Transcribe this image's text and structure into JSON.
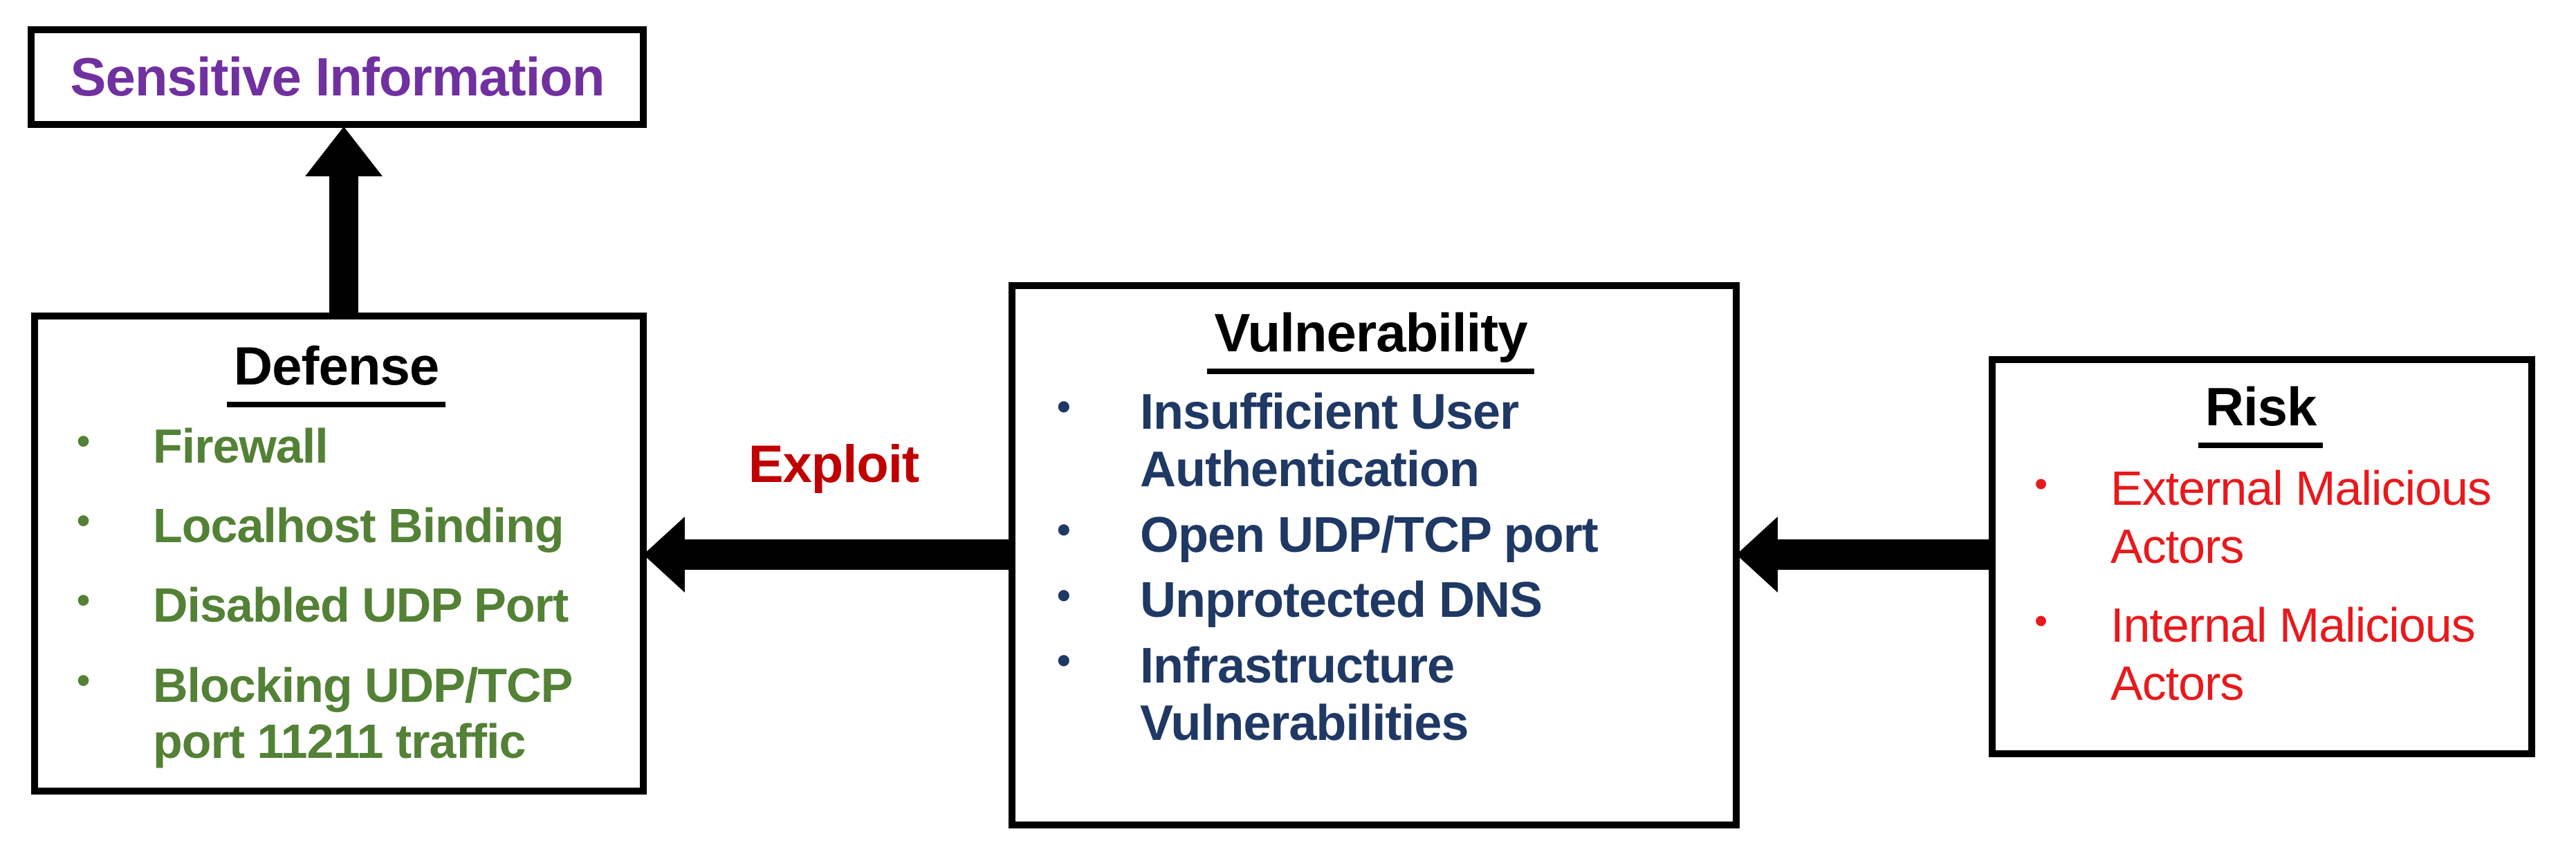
{
  "diagram": {
    "colors": {
      "background": "#ffffff",
      "box_border": "#000000",
      "arrow": "#000000",
      "sensitive_text": "#7030A0",
      "defense_text": "#538135",
      "vulnerability_text": "#1F3864",
      "risk_text": "#E8191C",
      "exploit_label_text": "#C00000",
      "title_text": "#000000"
    },
    "sensitive": {
      "label": "Sensitive Information"
    },
    "defense": {
      "title": "Defense",
      "items": [
        "Firewall",
        "Localhost Binding",
        "Disabled UDP Port",
        "Blocking UDP/TCP port 11211 traffic"
      ]
    },
    "vulnerability": {
      "title": "Vulnerability",
      "items": [
        "Insufficient User Authentication",
        "Open UDP/TCP port",
        "Unprotected DNS",
        "Infrastructure Vulnerabilities"
      ]
    },
    "risk": {
      "title": "Risk",
      "items": [
        "External Malicious Actors",
        "Internal Malicious Actors"
      ]
    },
    "arrows": {
      "exploit_label": "Exploit"
    }
  }
}
